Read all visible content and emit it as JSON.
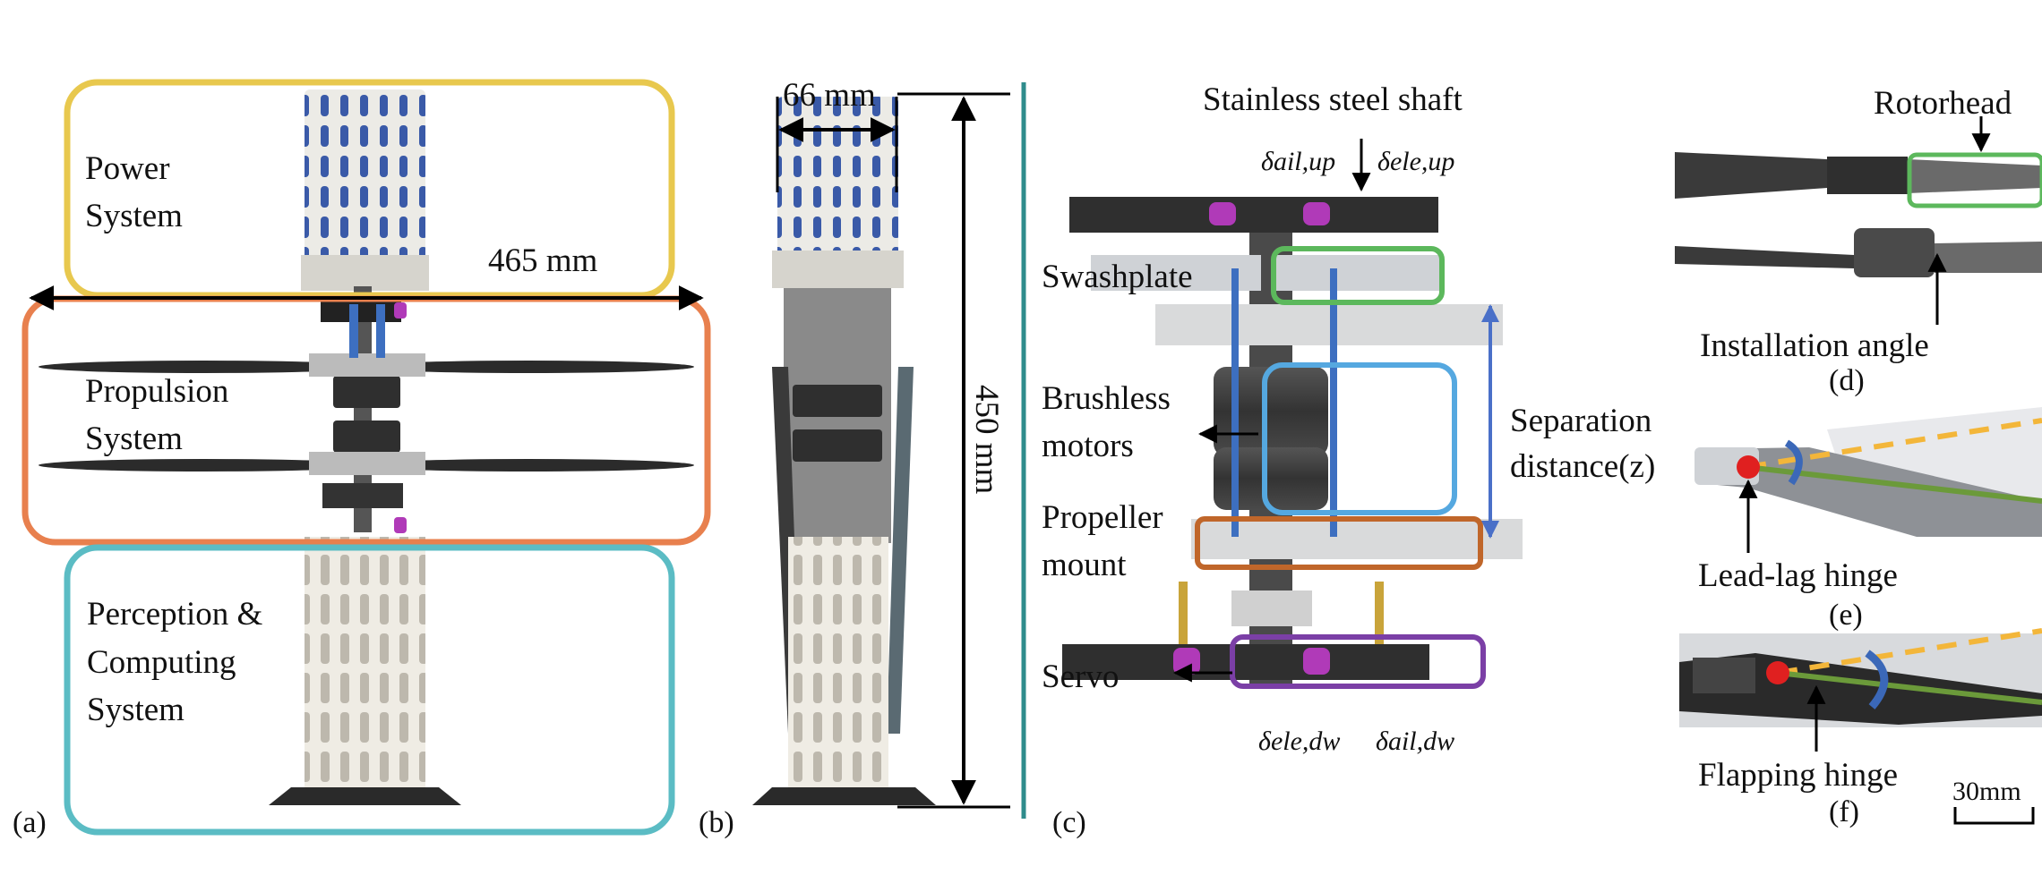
{
  "panels": {
    "a": {
      "tag": "(a)",
      "power_line1": "Power",
      "power_line2": "System",
      "width_dim": "465 mm",
      "prop_line1": "Propulsion",
      "prop_line2": "System",
      "perc_line1": "Perception &",
      "perc_line2": "Computing",
      "perc_line3": "System"
    },
    "b": {
      "tag": "(b)",
      "diameter_dim": "66 mm",
      "height_dim": "450 mm"
    },
    "c": {
      "tag": "(c)",
      "shaft": "Stainless steel shaft",
      "swashplate": "Swashplate",
      "motors_line1": "Brushless",
      "motors_line2": "motors",
      "separation_line1": "Separation",
      "separation_line2": "distance(z)",
      "mount_line1": "Propeller",
      "mount_line2": "mount",
      "servo": "Servo",
      "sym_ail_up": "δail,up",
      "sym_ele_up": "δele,up",
      "sym_ele_dw": "δele,dw",
      "sym_ail_dw": "δail,dw"
    },
    "d": {
      "tag": "(d)",
      "rotorhead": "Rotorhead",
      "install": "Installation angle"
    },
    "e": {
      "tag": "(e)",
      "leadlag": "Lead-lag hinge"
    },
    "f": {
      "tag": "(f)",
      "flapping": "Flapping hinge",
      "scale": "30mm"
    }
  },
  "colors": {
    "power_box": "#e8c84e",
    "propulsion_box": "#e8804e",
    "perception_box": "#5bbcc4",
    "swashplate_box": "#5cb85c",
    "motors_box": "#55a8e0",
    "mount_box": "#c0662a",
    "servo_box": "#7b3fa6",
    "divider": "#2f8c8c",
    "separation_arrow": "#4a70c8",
    "hinge_dot": "#e02020",
    "hinge_dash": "#f3b63a",
    "hinge_line": "#6b9a3a",
    "rotation_arrow": "#3b68b8"
  },
  "icons": [
    "dimension-arrow-icon",
    "pointer-arrow-icon",
    "rotation-arrow-icon"
  ]
}
